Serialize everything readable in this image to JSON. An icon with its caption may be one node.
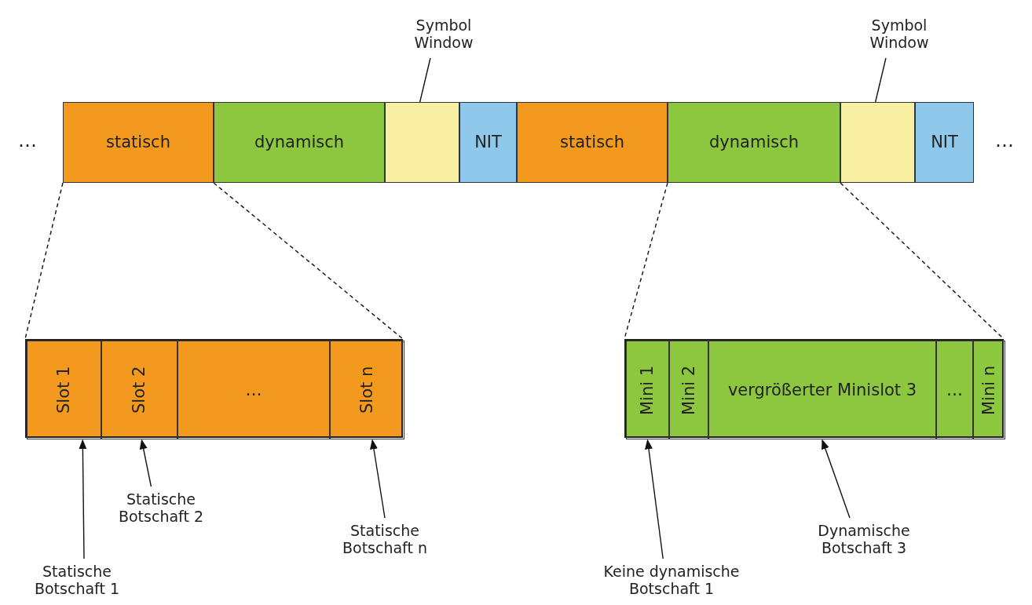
{
  "diagram": {
    "nodes": [
      {
        "text": [
          "statisch"
        ]
      },
      {
        "text": [
          "dynamisch"
        ]
      },
      {
        "text": [],
        "shape": "box"
      },
      {
        "text": [
          "NIT"
        ]
      },
      {
        "text": [
          "statisch"
        ]
      },
      {
        "text": [
          "dynamisch"
        ]
      },
      {
        "text": [],
        "shape": "box"
      },
      {
        "text": [
          "NIT"
        ]
      },
      {
        "text": [
          "Symbol Window"
        ]
      },
      {
        "text": [
          "Symbol Window"
        ]
      },
      {
        "text": [],
        "shape": "bar"
      },
      {
        "text": [
          "Slot 1"
        ],
        "in": 10
      },
      {
        "text": [
          "Slot 2"
        ],
        "in": 10
      },
      {
        "text": [
          "…"
        ],
        "in": 10
      },
      {
        "text": [
          "Slot n"
        ],
        "in": 10
      },
      {
        "text": [],
        "shape": "bar"
      },
      {
        "text": [
          "Mini 1"
        ],
        "in": 15
      },
      {
        "text": [
          "Mini 2"
        ],
        "in": 15
      },
      {
        "text": [
          "vergrößerter Minislot 3"
        ],
        "in": 15
      },
      {
        "text": [
          "…"
        ],
        "in": 15
      },
      {
        "text": [
          "Mini n"
        ],
        "in": 15
      },
      {
        "text": [
          "Statische Botschaft 1"
        ]
      },
      {
        "text": [
          "Statische Botschaft 2"
        ]
      },
      {
        "text": [
          "Statische Botschaft n"
        ]
      },
      {
        "text": [
          "Keine dynamische Botschaft 1"
        ]
      },
      {
        "text": [
          "Dynamische Botschaft 3"
        ]
      }
    ],
    "edges": [
      {
        "from": 8,
        "to": 2,
        "arrow": "none"
      },
      {
        "from": 9,
        "to": 6,
        "arrow": "none"
      },
      {
        "from": 0,
        "to": 10,
        "arrow": "none",
        "style": "dashed"
      },
      {
        "from": 0,
        "to": 10,
        "arrow": "none",
        "style": "dashed"
      },
      {
        "from": 5,
        "to": 15,
        "arrow": "none",
        "style": "dashed"
      },
      {
        "from": 5,
        "to": 15,
        "arrow": "none",
        "style": "dashed"
      },
      {
        "from": 21,
        "to": 11,
        "arrow": "to"
      },
      {
        "from": 22,
        "to": 12,
        "arrow": "to"
      },
      {
        "from": 23,
        "to": 14,
        "arrow": "to"
      },
      {
        "from": 24,
        "to": 16,
        "arrow": "to"
      },
      {
        "from": 25,
        "to": 18,
        "arrow": "to"
      }
    ],
    "labels": [
      "…",
      "…"
    ]
  }
}
